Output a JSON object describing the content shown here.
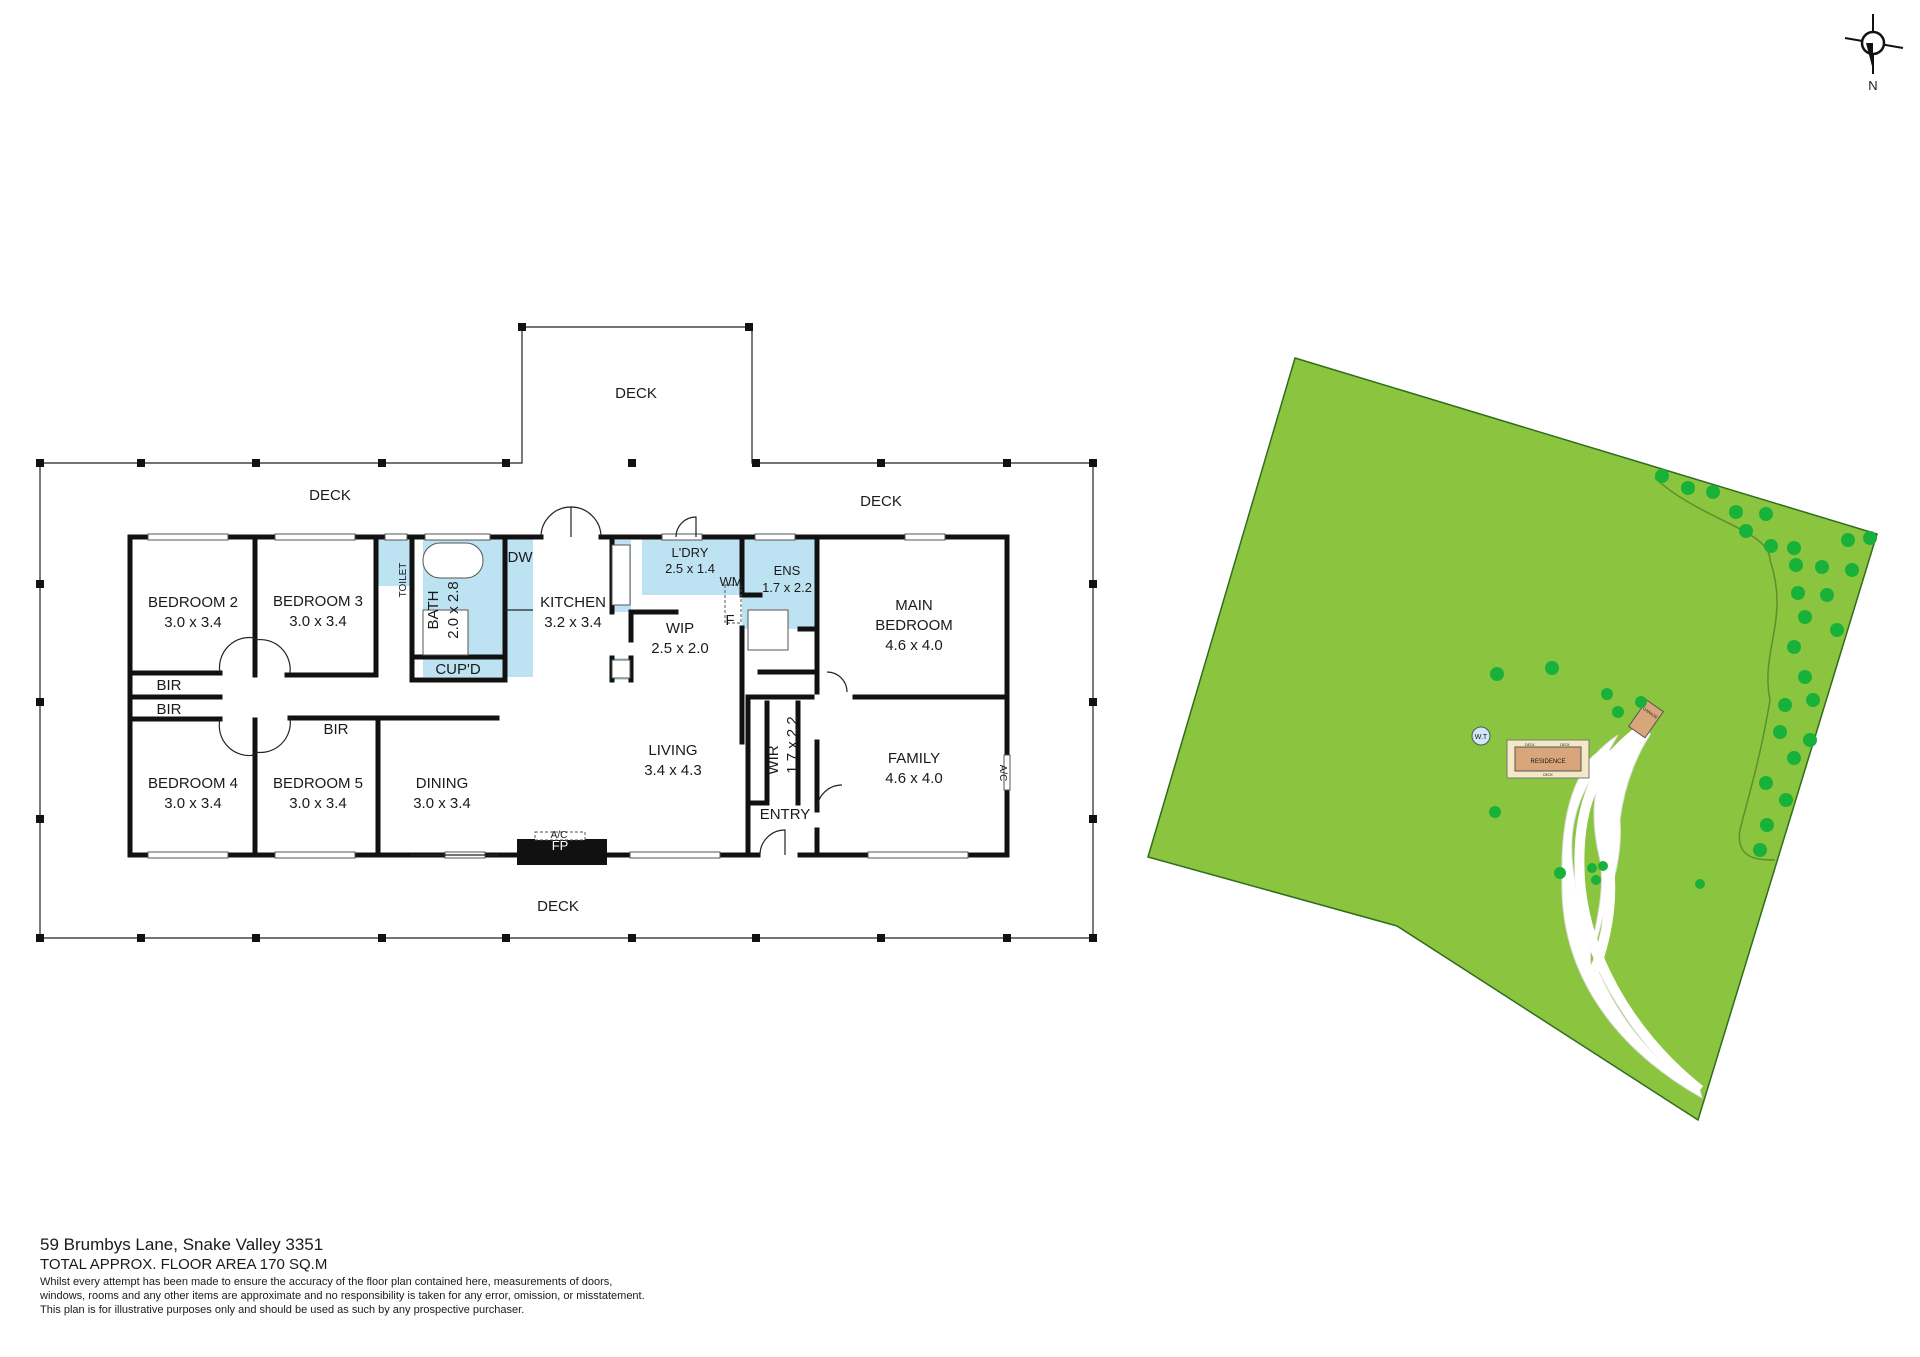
{
  "footer": {
    "address": "59 Brumbys Lane, Snake Valley 3351",
    "total_area": "TOTAL APPROX. FLOOR AREA 170 SQ.M",
    "disclaimer_1": "Whilst every attempt has been made to ensure the accuracy of the floor plan contained here, measurements of doors,",
    "disclaimer_2": "windows, rooms and any other items are approximate and no responsibility is taken for any error, omission, or misstatement.",
    "disclaimer_3": "This plan is for illustrative purposes only and should be used as such by any prospective purchaser."
  },
  "compass": {
    "north": "N"
  },
  "rooms": {
    "deck_top": "DECK",
    "deck_left": "DECK",
    "deck_right": "DECK",
    "deck_bottom": "DECK",
    "bedroom2": {
      "name": "BEDROOM 2",
      "size": "3.0 x 3.4"
    },
    "bedroom3": {
      "name": "BEDROOM 3",
      "size": "3.0 x 3.4"
    },
    "bedroom4": {
      "name": "BEDROOM 4",
      "size": "3.0 x 3.4"
    },
    "bedroom5": {
      "name": "BEDROOM 5",
      "size": "3.0 x 3.4"
    },
    "toilet": "TOILET",
    "bath": {
      "name": "BATH",
      "size": "2.0 x 2.8"
    },
    "dw": "DW",
    "cupd": "CUP'D",
    "kitchen": {
      "name": "KITCHEN",
      "size": "3.2 x 3.4"
    },
    "laundry": {
      "name": "L'DRY",
      "size": "2.5 x 1.4"
    },
    "wm": "WM",
    "ens": {
      "name": "ENS",
      "size": "1.7 x 2.2"
    },
    "wip": {
      "name": "WIP",
      "size": "2.5 x 2.0"
    },
    "fridge": "F",
    "main_bedroom": {
      "name1": "MAIN",
      "name2": "BEDROOM",
      "size": "4.6 x 4.0"
    },
    "bir_1": "BIR",
    "bir_2": "BIR",
    "bir_3": "BIR",
    "dining": {
      "name": "DINING",
      "size": "3.0 x 3.4"
    },
    "living": {
      "name": "LIVING",
      "size": "3.4 x 4.3"
    },
    "wir": {
      "name": "WIR",
      "size": "1.7 x 2.2"
    },
    "family": {
      "name": "FAMILY",
      "size": "4.6 x 4.0"
    },
    "ac_family": "A/C",
    "ac_fp": "A/C",
    "fp": "FP",
    "entry": "ENTRY"
  },
  "site": {
    "wt": "W.T",
    "garage": "GARAGE",
    "residence": "RESIDENCE",
    "deck_n1": "DECK",
    "deck_n2": "DECK",
    "deck_s": "DECK",
    "colors": {
      "grass": "#8bc43f",
      "trees": "#18b23a",
      "driveway": "#ffffff"
    }
  }
}
